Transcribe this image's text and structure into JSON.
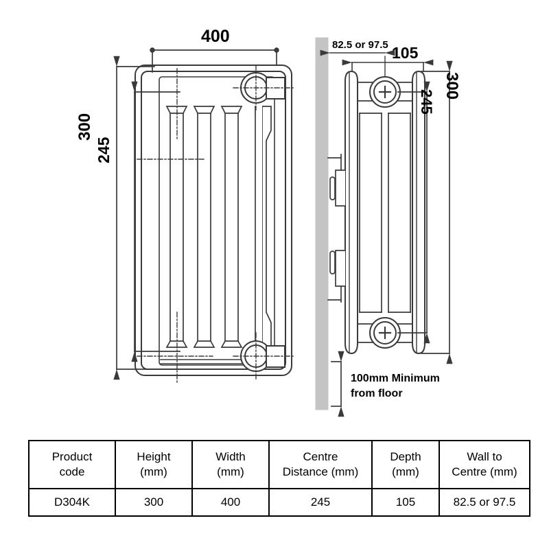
{
  "document": {
    "type": "technical-drawing",
    "subject": "radiator dimensions"
  },
  "drawing": {
    "dimensions": {
      "width_top": "400",
      "height_left_overall": "300",
      "centre_distance_left": "245",
      "wall_to_centre": "82.5 or 97.5",
      "depth_top": "105",
      "height_right_overall": "300",
      "centre_distance_right": "245"
    },
    "notes": {
      "floor_clearance": "100mm Minimum\nfrom floor"
    },
    "colors": {
      "line": "#3a3a3a",
      "wall_fill": "#c4c4c4",
      "text": "#000000",
      "background": "#ffffff"
    }
  },
  "table": {
    "headers": [
      {
        "line1": "Product",
        "line2": "code"
      },
      {
        "line1": "Height",
        "line2": "(mm)"
      },
      {
        "line1": "Width",
        "line2": "(mm)"
      },
      {
        "line1": "Centre",
        "line2": "Distance (mm)"
      },
      {
        "line1": "Depth",
        "line2": "(mm)"
      },
      {
        "line1": "Wall to",
        "line2": "Centre (mm)"
      }
    ],
    "rows": [
      {
        "product_code": "D304K",
        "height": "300",
        "width": "400",
        "centre_distance": "245",
        "depth": "105",
        "wall_to_centre": "82.5 or 97.5"
      }
    ]
  }
}
